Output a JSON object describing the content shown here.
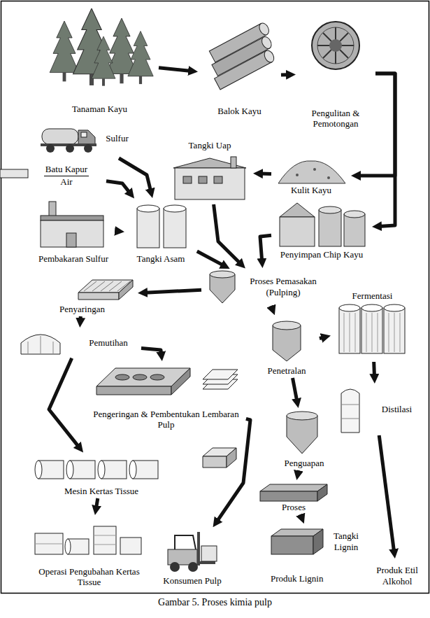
{
  "diagram": {
    "caption": "Gambar 5. Proses kimia pulp",
    "nodes": [
      {
        "text": [
          "Tanaman Kayu"
        ]
      },
      {
        "text": [
          "Balok Kayu"
        ]
      },
      {
        "text": [
          "Pengulitan & Pemotongan"
        ]
      },
      {
        "text": [
          "Sulfur"
        ]
      },
      {
        "text": [
          "Batu Kapur",
          "Air"
        ]
      },
      {
        "text": [
          "Tangki Uap"
        ]
      },
      {
        "text": [
          "Kulit Kayu"
        ]
      },
      {
        "text": [
          "Pembakaran Sulfur"
        ]
      },
      {
        "text": [
          "Tangki Asam"
        ]
      },
      {
        "text": [
          "Penyimpan Chip Kayu"
        ]
      },
      {
        "text": [
          "Proses Pemasakan (Pulping)"
        ]
      },
      {
        "text": [
          "Penyaringan"
        ]
      },
      {
        "text": [
          "Fermentasi"
        ]
      },
      {
        "text": [
          "Pemutihan"
        ]
      },
      {
        "text": [
          "Penetralan"
        ]
      },
      {
        "text": [
          "Pengeringan & Pembentukan Lembaran Pulp"
        ]
      },
      {
        "text": [
          "Distilasi"
        ]
      },
      {
        "text": [
          "Mesin Kertas Tissue"
        ]
      },
      {
        "text": [
          "Penguapan"
        ]
      },
      {
        "text": [
          "Proses"
        ]
      },
      {
        "text": [
          "Tangki Lignin",
          "Produk Lignin"
        ]
      },
      {
        "text": [
          "Konsumen Pulp"
        ]
      },
      {
        "text": [
          "Operasi Pengubahan Kertas Tissue"
        ]
      },
      {
        "text": [
          "Produk Etil Alkohol"
        ]
      }
    ],
    "edges": [
      {
        "from": 0,
        "to": 1,
        "arrow": "to"
      },
      {
        "from": 1,
        "to": 2,
        "arrow": "to"
      },
      {
        "from": 2,
        "to": 6,
        "arrow": "to"
      },
      {
        "from": 2,
        "to": 9,
        "arrow": "to"
      },
      {
        "from": 6,
        "to": 5,
        "arrow": "to"
      },
      {
        "from": 5,
        "to": 10,
        "arrow": "to"
      },
      {
        "from": 9,
        "to": 10,
        "arrow": "to"
      },
      {
        "from": 3,
        "to": 8,
        "arrow": "to"
      },
      {
        "from": 4,
        "to": 8,
        "arrow": "to"
      },
      {
        "from": 7,
        "to": 8,
        "arrow": "to"
      },
      {
        "from": 8,
        "to": 10,
        "arrow": "to"
      },
      {
        "from": 10,
        "to": 11,
        "arrow": "to"
      },
      {
        "from": 11,
        "to": 13,
        "arrow": "to"
      },
      {
        "from": 10,
        "to": 14,
        "arrow": "to"
      },
      {
        "from": 14,
        "to": 12,
        "arrow": "to"
      },
      {
        "from": 12,
        "to": 16,
        "arrow": "to"
      },
      {
        "from": 16,
        "to": 23,
        "arrow": "to"
      },
      {
        "from": 14,
        "to": 18,
        "arrow": "to"
      },
      {
        "from": 18,
        "to": 19,
        "arrow": "to"
      },
      {
        "from": 19,
        "to": 20,
        "arrow": "to"
      },
      {
        "from": 13,
        "to": 17,
        "arrow": "to"
      },
      {
        "from": 13,
        "to": 15,
        "arrow": "to"
      },
      {
        "from": 15,
        "to": 21,
        "arrow": "to"
      },
      {
        "from": 17,
        "to": 22,
        "arrow": "to"
      }
    ]
  }
}
